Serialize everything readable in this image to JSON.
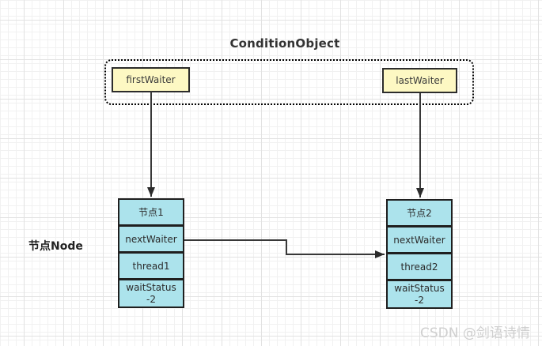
{
  "diagram": {
    "title": "ConditionObject",
    "condition_object": {
      "first_waiter_label": "firstWaiter",
      "last_waiter_label": "lastWaiter"
    },
    "side_label": "节点Node",
    "nodes": [
      {
        "name": "节点1",
        "next_waiter": "nextWaiter",
        "thread": "thread1",
        "wait_status_line1": "waitStatus",
        "wait_status_line2": "-2"
      },
      {
        "name": "节点2",
        "next_waiter": "nextWaiter",
        "thread": "thread2",
        "wait_status_line1": "waitStatus",
        "wait_status_line2": "-2"
      }
    ],
    "watermark": "CSDN @剑语诗情"
  },
  "colors": {
    "waiter_fill": "#fdf8c3",
    "node_fill": "#ace3ec",
    "stroke": "#383838"
  }
}
